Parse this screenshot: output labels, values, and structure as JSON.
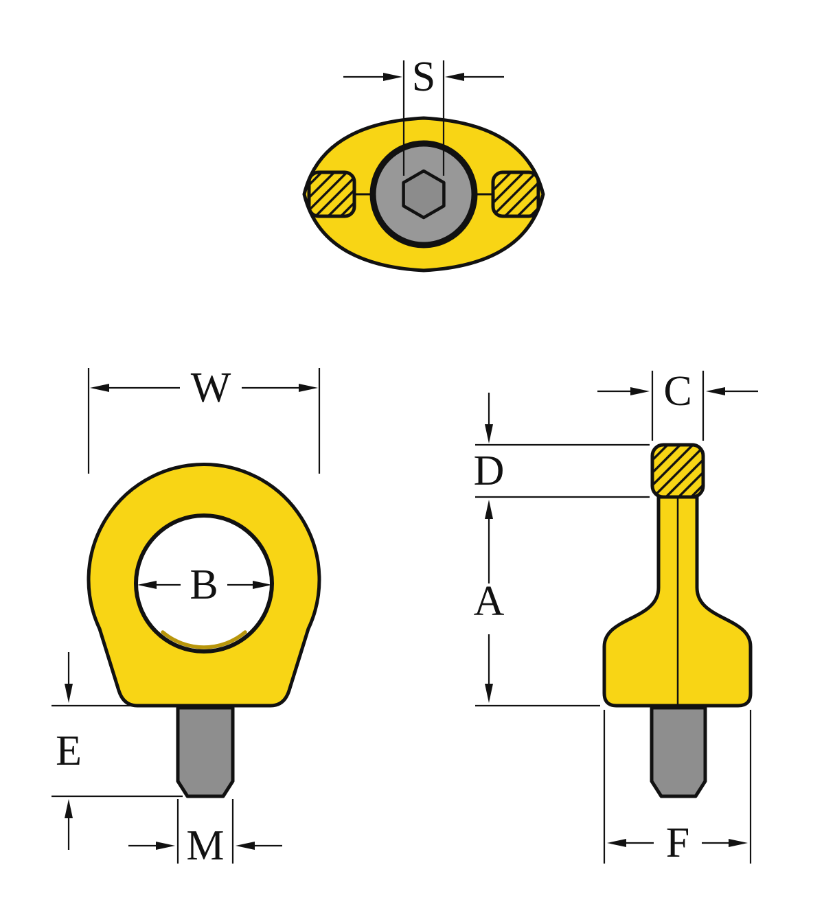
{
  "views": {
    "top": {
      "dimension_labels": {
        "s": "S"
      }
    },
    "front": {
      "dimension_labels": {
        "w": "W",
        "b": "B",
        "e": "E",
        "m": "M"
      }
    },
    "side": {
      "dimension_labels": {
        "c": "C",
        "d": "D",
        "a": "A",
        "f": "F"
      }
    }
  },
  "colors": {
    "body_yellow": "#F8D515",
    "stud_gray": "#8E8E8E",
    "socket_gray": "#989898",
    "hex_gray": "#8C8C8C",
    "hole_white": "#FFFFFF",
    "seat_shadow": "#B8960B",
    "outline": "#111111",
    "dimension_line": "#111111"
  }
}
